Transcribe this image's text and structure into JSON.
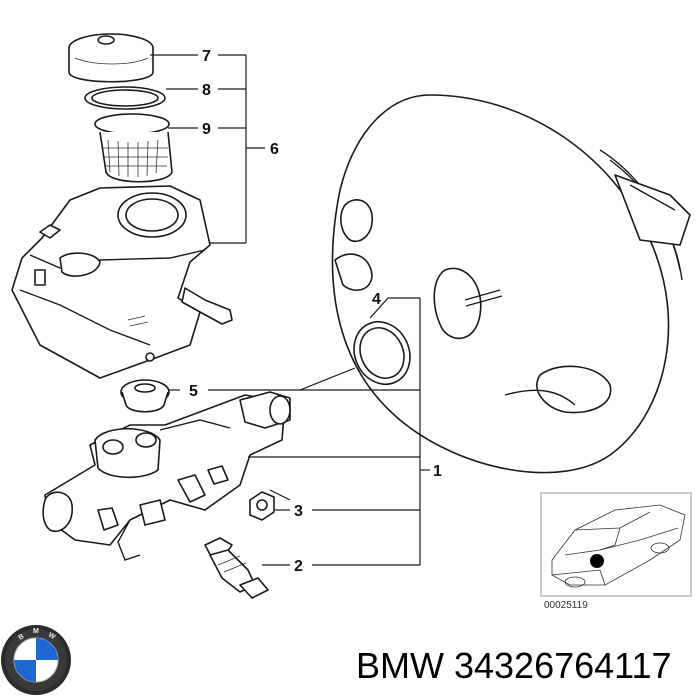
{
  "callouts": {
    "c1": "1",
    "c2": "2",
    "c3": "3",
    "c4": "4",
    "c5": "5",
    "c6": "6",
    "c7": "7",
    "c8": "8",
    "c9": "9"
  },
  "inset": {
    "reference": "00025119"
  },
  "footer": {
    "brand": "BMW",
    "part_number": "34326764117"
  },
  "logo": {
    "icon": "bmw-roundel-icon",
    "lettering": "BMW",
    "colors": {
      "blue": "#1c69d4",
      "white": "#ffffff",
      "ring": "#222222"
    }
  }
}
